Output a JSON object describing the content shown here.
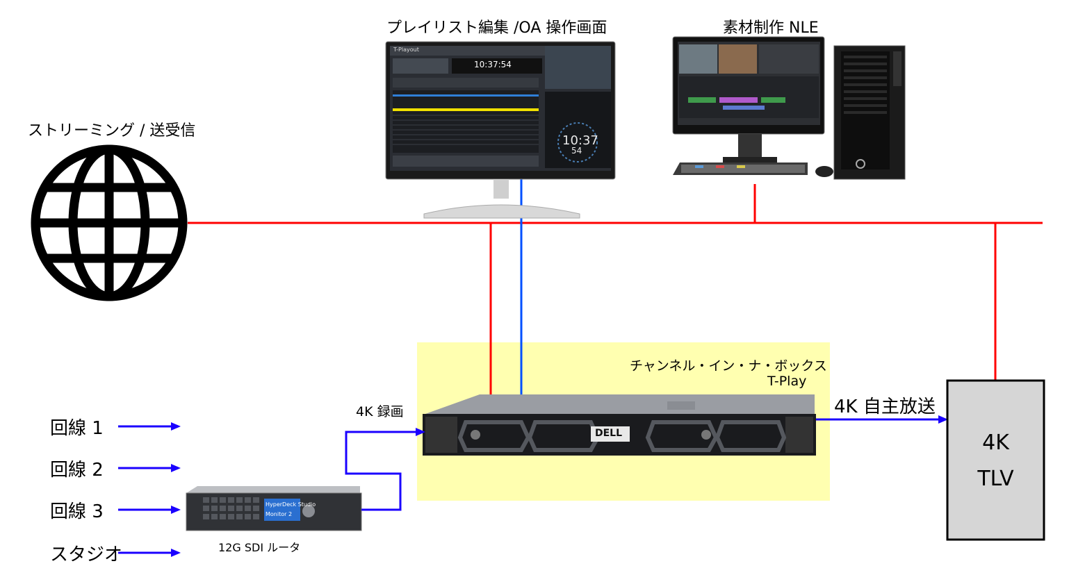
{
  "labels": {
    "playlist_screen": "プレイリスト編集 /OA 操作画面",
    "nle": "素材制作 NLE",
    "streaming": "ストリーミング / 送受信",
    "box_line1": "チャンネル・イン・ナ・ボックス",
    "box_line2": "T-Play",
    "rec_4k": "4K 録画",
    "broadcast_4k": "4K 自主放送",
    "tlv_line1": "4K",
    "tlv_line2": "TLV",
    "line1": "回線 1",
    "line2": "回線 2",
    "line3": "回線 3",
    "studio": "スタジオ",
    "router": "12G SDI ルータ"
  },
  "screens": {
    "playout_app": "T-Playout",
    "playout_clock": "10:37:54",
    "clock_big": "10:37",
    "clock_sec": "54",
    "server_brand": "DELL",
    "router_display1": "HyperDeck Studio",
    "router_display2": "Monitor 2"
  },
  "colors": {
    "network": "#ff0000",
    "control": "#0050ff",
    "signal": "#1a00ff",
    "highlight": "#ffffb0"
  }
}
